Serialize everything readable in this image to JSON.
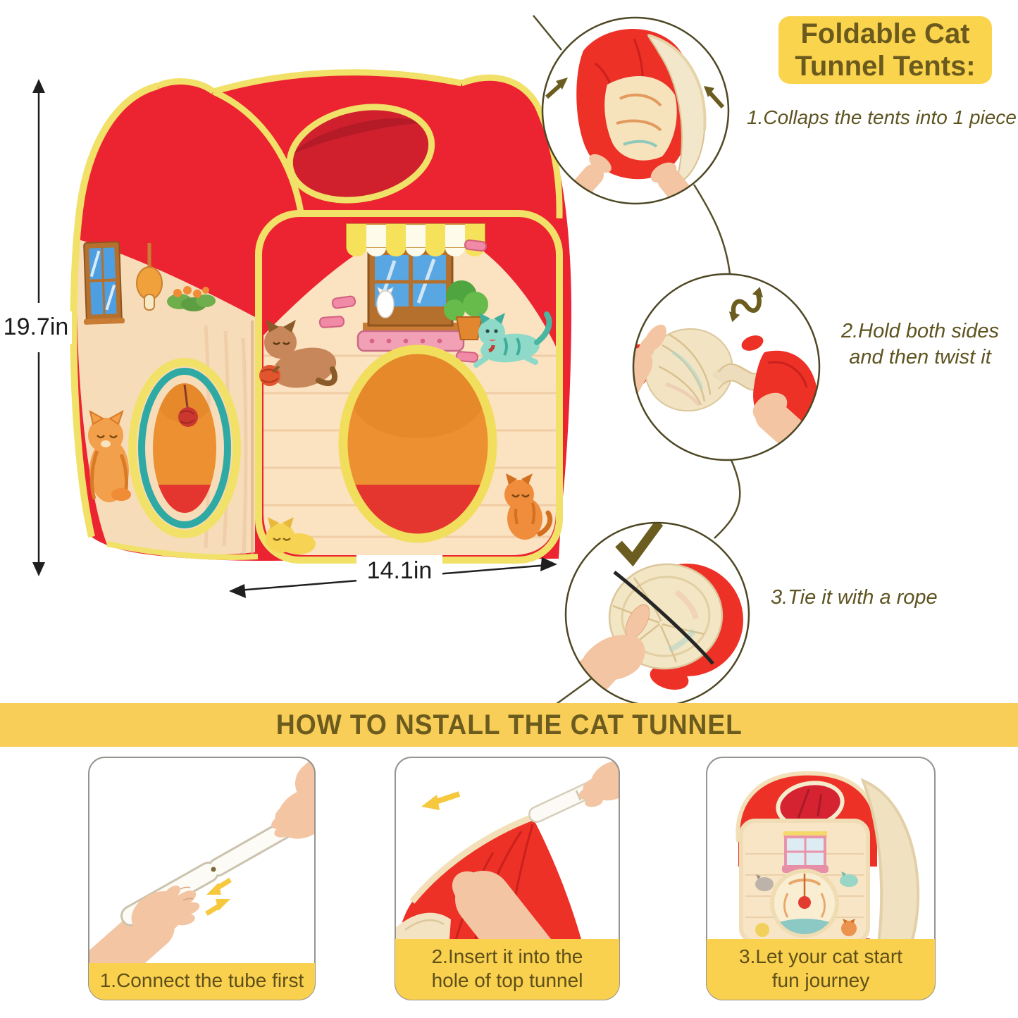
{
  "product_diagram": {
    "height_label": "19.7in",
    "width_label": "14.1in"
  },
  "fold_panel": {
    "title": "Foldable Cat Tunnel Tents:",
    "steps": [
      "1.Collaps the tents into 1 piece",
      "2.Hold both sides and then twist it",
      "3.Tie it with a rope"
    ]
  },
  "install_panel": {
    "title": "HOW TO NSTALL THE CAT TUNNEL",
    "steps": [
      "1.Connect the tube first",
      "2.Insert it into the hole of top tunnel",
      "3.Let your cat start fun journey"
    ]
  },
  "icons": {
    "fold_step_1": "inward-fold-arrows",
    "fold_step_2": "twist-s-arrow",
    "fold_step_3": "checkmark",
    "install_step_1": "compress-arrows",
    "install_step_2": "left-arrow"
  },
  "colors": {
    "banner_yellow": "#F8CE58",
    "highlight_yellow": "#FAD14E",
    "text_olive": "#6B5B1E",
    "tent_red": "#EC2330",
    "tent_cream": "#F7DCBA",
    "piping_yellow": "#F1E168"
  }
}
